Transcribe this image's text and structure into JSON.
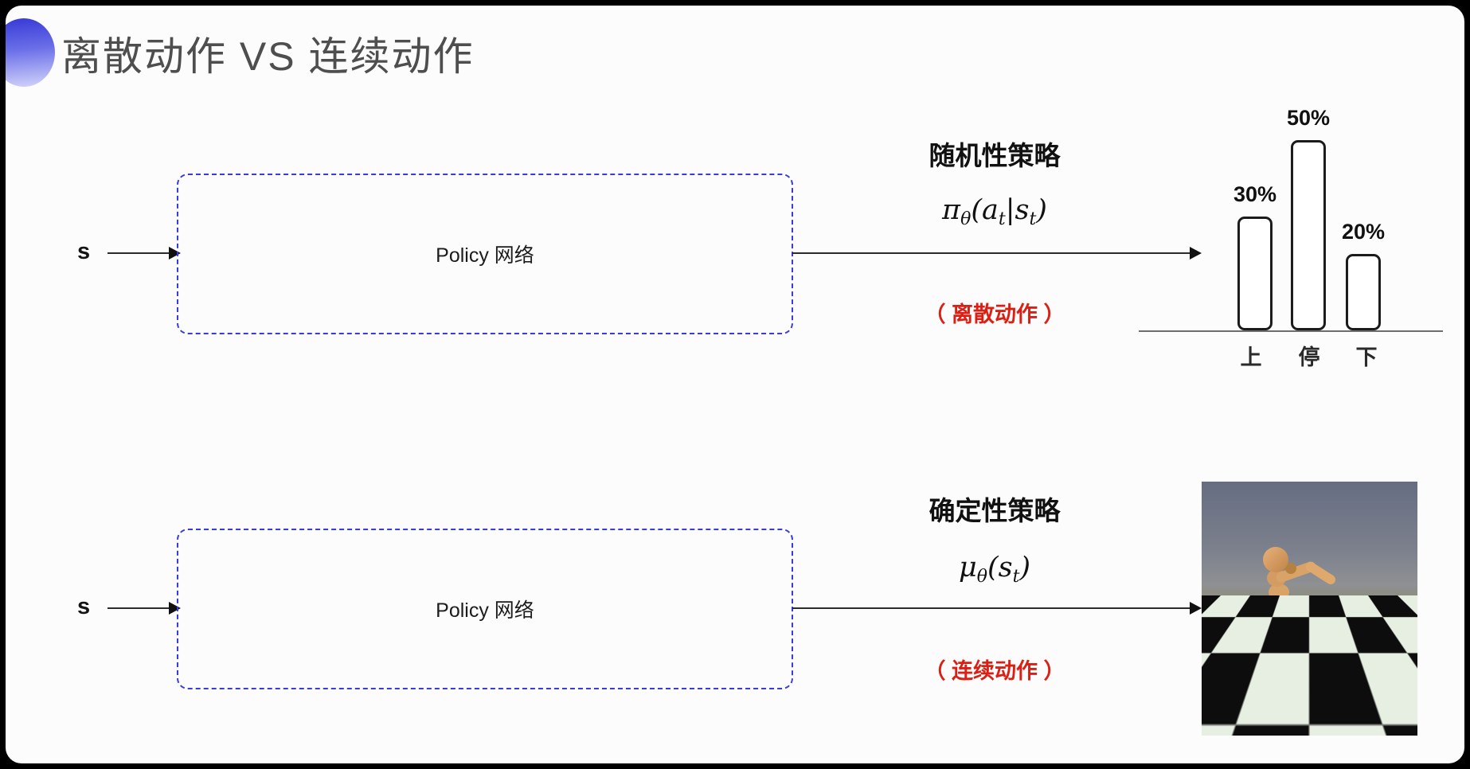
{
  "title": "离散动作 VS 连续动作",
  "rows": {
    "discrete": {
      "input": "s",
      "box": "Policy 网络",
      "policy_name": "随机性策略",
      "formula": {
        "symbol": "π",
        "sub": "θ",
        "args_open": "(",
        "arg1": "a",
        "arg1_sub": "t",
        "sep": "|",
        "arg2": "s",
        "arg2_sub": "t",
        "args_close": ")"
      },
      "action_note": "（ 离散动作 ）"
    },
    "continuous": {
      "input": "s",
      "box": "Policy 网络",
      "policy_name": "确定性策略",
      "formula": {
        "symbol": "μ",
        "sub": "θ",
        "args_open": "(",
        "arg1": "s",
        "arg1_sub": "t",
        "args_close": ")"
      },
      "action_note": "（ 连续动作 ）"
    }
  },
  "chart_data": {
    "type": "bar",
    "categories": [
      "上",
      "停",
      "下"
    ],
    "values": [
      30,
      50,
      20
    ],
    "labels": [
      "30%",
      "50%",
      "20%"
    ],
    "title": "",
    "xlabel": "",
    "ylabel": "",
    "ylim": [
      0,
      55
    ],
    "grid": false,
    "legend": false,
    "bar_style": "outlined white bars with rounded corners on a single baseline axis"
  },
  "colors": {
    "accent_blue": "#383dd8",
    "note_red": "#dc1f14",
    "title_gray": "#4e4e4e",
    "bullet_top": "#3b3ed8",
    "bullet_bottom": "#c9ccf8",
    "bar_outline": "#1b1b1b"
  }
}
